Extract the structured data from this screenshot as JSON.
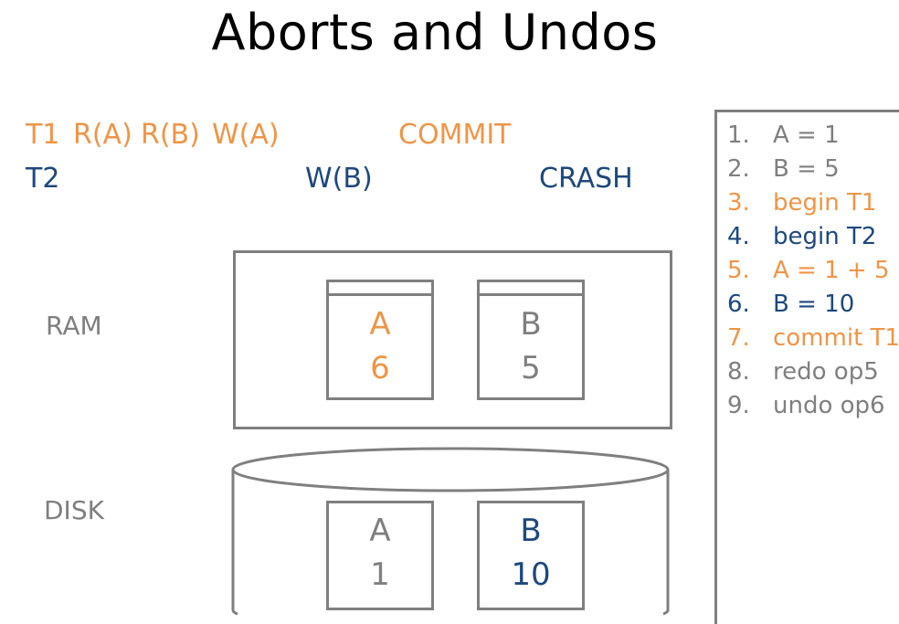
{
  "title": "Aborts and Undos",
  "schedule": {
    "t1": {
      "label": "T1",
      "ops": [
        "R(A)",
        "R(B)",
        "W(A)",
        "COMMIT"
      ]
    },
    "t2": {
      "label": "T2",
      "ops": [
        "W(B)",
        "CRASH"
      ]
    }
  },
  "ram": {
    "label": "RAM",
    "pages": [
      {
        "name": "A",
        "value": "6"
      },
      {
        "name": "B",
        "value": "5"
      }
    ]
  },
  "disk": {
    "label": "DISK",
    "pages": [
      {
        "name": "A",
        "value": "1"
      },
      {
        "name": "B",
        "value": "10"
      }
    ]
  },
  "log": [
    {
      "num": "1.",
      "text": "A = 1"
    },
    {
      "num": "2.",
      "text": "B = 5"
    },
    {
      "num": "3.",
      "text": "begin T1"
    },
    {
      "num": "4.",
      "text": "begin T2"
    },
    {
      "num": "5.",
      "text": "A = 1 + 5"
    },
    {
      "num": "6.",
      "text": "B = 10"
    },
    {
      "num": "7.",
      "text": "commit T1"
    },
    {
      "num": "8.",
      "text": "redo op5"
    },
    {
      "num": "9.",
      "text": "undo op6"
    }
  ],
  "colors": {
    "t1": "#EE9548",
    "t2": "#1F487B",
    "neutral": "#7F7F7F"
  }
}
